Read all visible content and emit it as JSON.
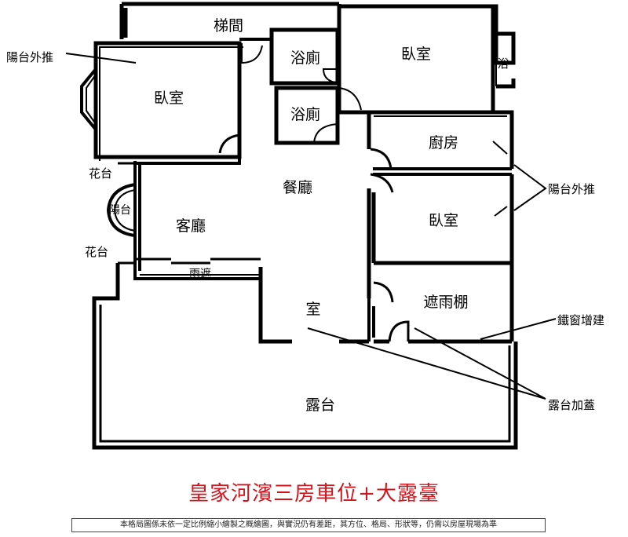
{
  "rooms": {
    "stairwell": "梯間",
    "bath_upper": "浴廁",
    "bath_lower": "浴廁",
    "bedroom_left": "臥室",
    "bedroom_top": "臥室",
    "bath_right_partial": "浴",
    "kitchen": "廚房",
    "dining": "餐廳",
    "living": "客廳",
    "bedroom_right": "臥室",
    "balcony_small": "陽台",
    "rain_cover": "雨遮",
    "room_middle": "室",
    "awning": "遮雨棚",
    "terrace": "露台"
  },
  "annotations": {
    "balcony_push_left": "陽台外推",
    "planter_top": "花台",
    "planter_bottom": "花台",
    "balcony_push_right": "陽台外推",
    "iron_window": "鐵窗增建",
    "terrace_cover": "露台加蓋"
  },
  "title": "皇家河濱三房車位+大露臺",
  "disclaimer": "本格局圖係未依一定比例縮小繪製之概繪圖，與實況仍有差距，其方位、格局、形狀等，仍需以房屋現場為準",
  "colors": {
    "wall": "#000000",
    "title": "#d2141c"
  }
}
